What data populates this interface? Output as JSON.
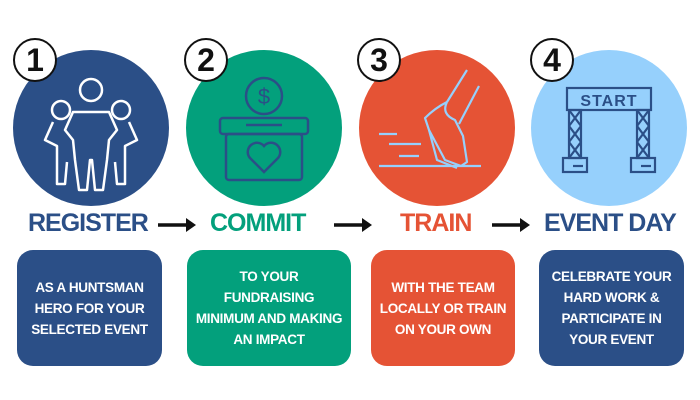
{
  "colors": {
    "dark_blue": "#2b4f87",
    "green": "#03a07c",
    "orange": "#e55335",
    "light_blue": "#96d0fc"
  },
  "steps": [
    {
      "number": "1",
      "title": "REGISTER",
      "icon": "team-heroes-icon",
      "text": "AS A HUNTSMAN HERO FOR YOUR SELECTED EVENT"
    },
    {
      "number": "2",
      "title": "COMMIT",
      "icon": "donation-box-icon",
      "text": "TO YOUR FUNDRAISING MINIMUM AND MAKING AN IMPACT"
    },
    {
      "number": "3",
      "title": "TRAIN",
      "icon": "running-shoe-icon",
      "text": "WITH THE TEAM LOCALLY OR TRAIN ON YOUR OWN"
    },
    {
      "number": "4",
      "title": "EVENT DAY",
      "icon": "start-gate-icon",
      "start_label": "START",
      "text": "CELEBRATE YOUR HARD WORK & PARTICIPATE IN YOUR EVENT"
    }
  ]
}
